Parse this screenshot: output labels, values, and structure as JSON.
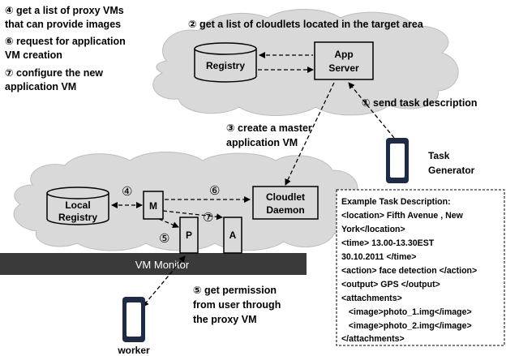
{
  "steps": {
    "step4_line1": "④ get a list of proxy VMs",
    "step4_line2": "that can provide images",
    "step6_line1": "⑥ request for application",
    "step6_line2": "VM creation",
    "step7_line1": "⑦ configure the new",
    "step7_line2": "application VM",
    "step2": "② get a list of cloudlets located in the target area",
    "step1": "① send task description",
    "step3_line1": "③ create a master",
    "step3_line2": "application VM",
    "step5_line1": "⑤ get permission",
    "step5_line2": "from user through",
    "step5_line3": "the proxy VM"
  },
  "nodes": {
    "registry": "Registry",
    "app_server_line1": "App",
    "app_server_line2": "Server",
    "task_generator_line1": "Task",
    "task_generator_line2": "Generator",
    "local_registry_line1": "Local",
    "local_registry_line2": "Registry",
    "m_label": "M",
    "p_label": "P",
    "a_label": "A",
    "cloudlet_daemon_line1": "Cloudlet",
    "cloudlet_daemon_line2": "Daemon",
    "vm_monitor": "VM Monitor",
    "worker": "worker"
  },
  "edge_markers": {
    "m_to_local_registry": "④",
    "m_to_cloudlet_daemon": "⑥",
    "m_to_a": "⑦",
    "m_to_p": "⑤"
  },
  "example_task": {
    "lines": [
      "Example Task Description:",
      "<location> Fifth Avenue , New",
      "York</location>",
      "<time> 13.00-13.30EST",
      "30.10.2011 </time>",
      "<action> face detection </action>",
      "<output> GPS </output>",
      "<attachments>",
      "   <image>photo_1.img</image>",
      "   <image>photo_2.img</image>",
      "</attachments>"
    ]
  },
  "colors": {
    "cloud_fill": "#d9d9d9",
    "vm_monitor_fill": "#3a3a3a",
    "phone_frame": "#1f2a44",
    "phone_screen": "#ffffff"
  }
}
